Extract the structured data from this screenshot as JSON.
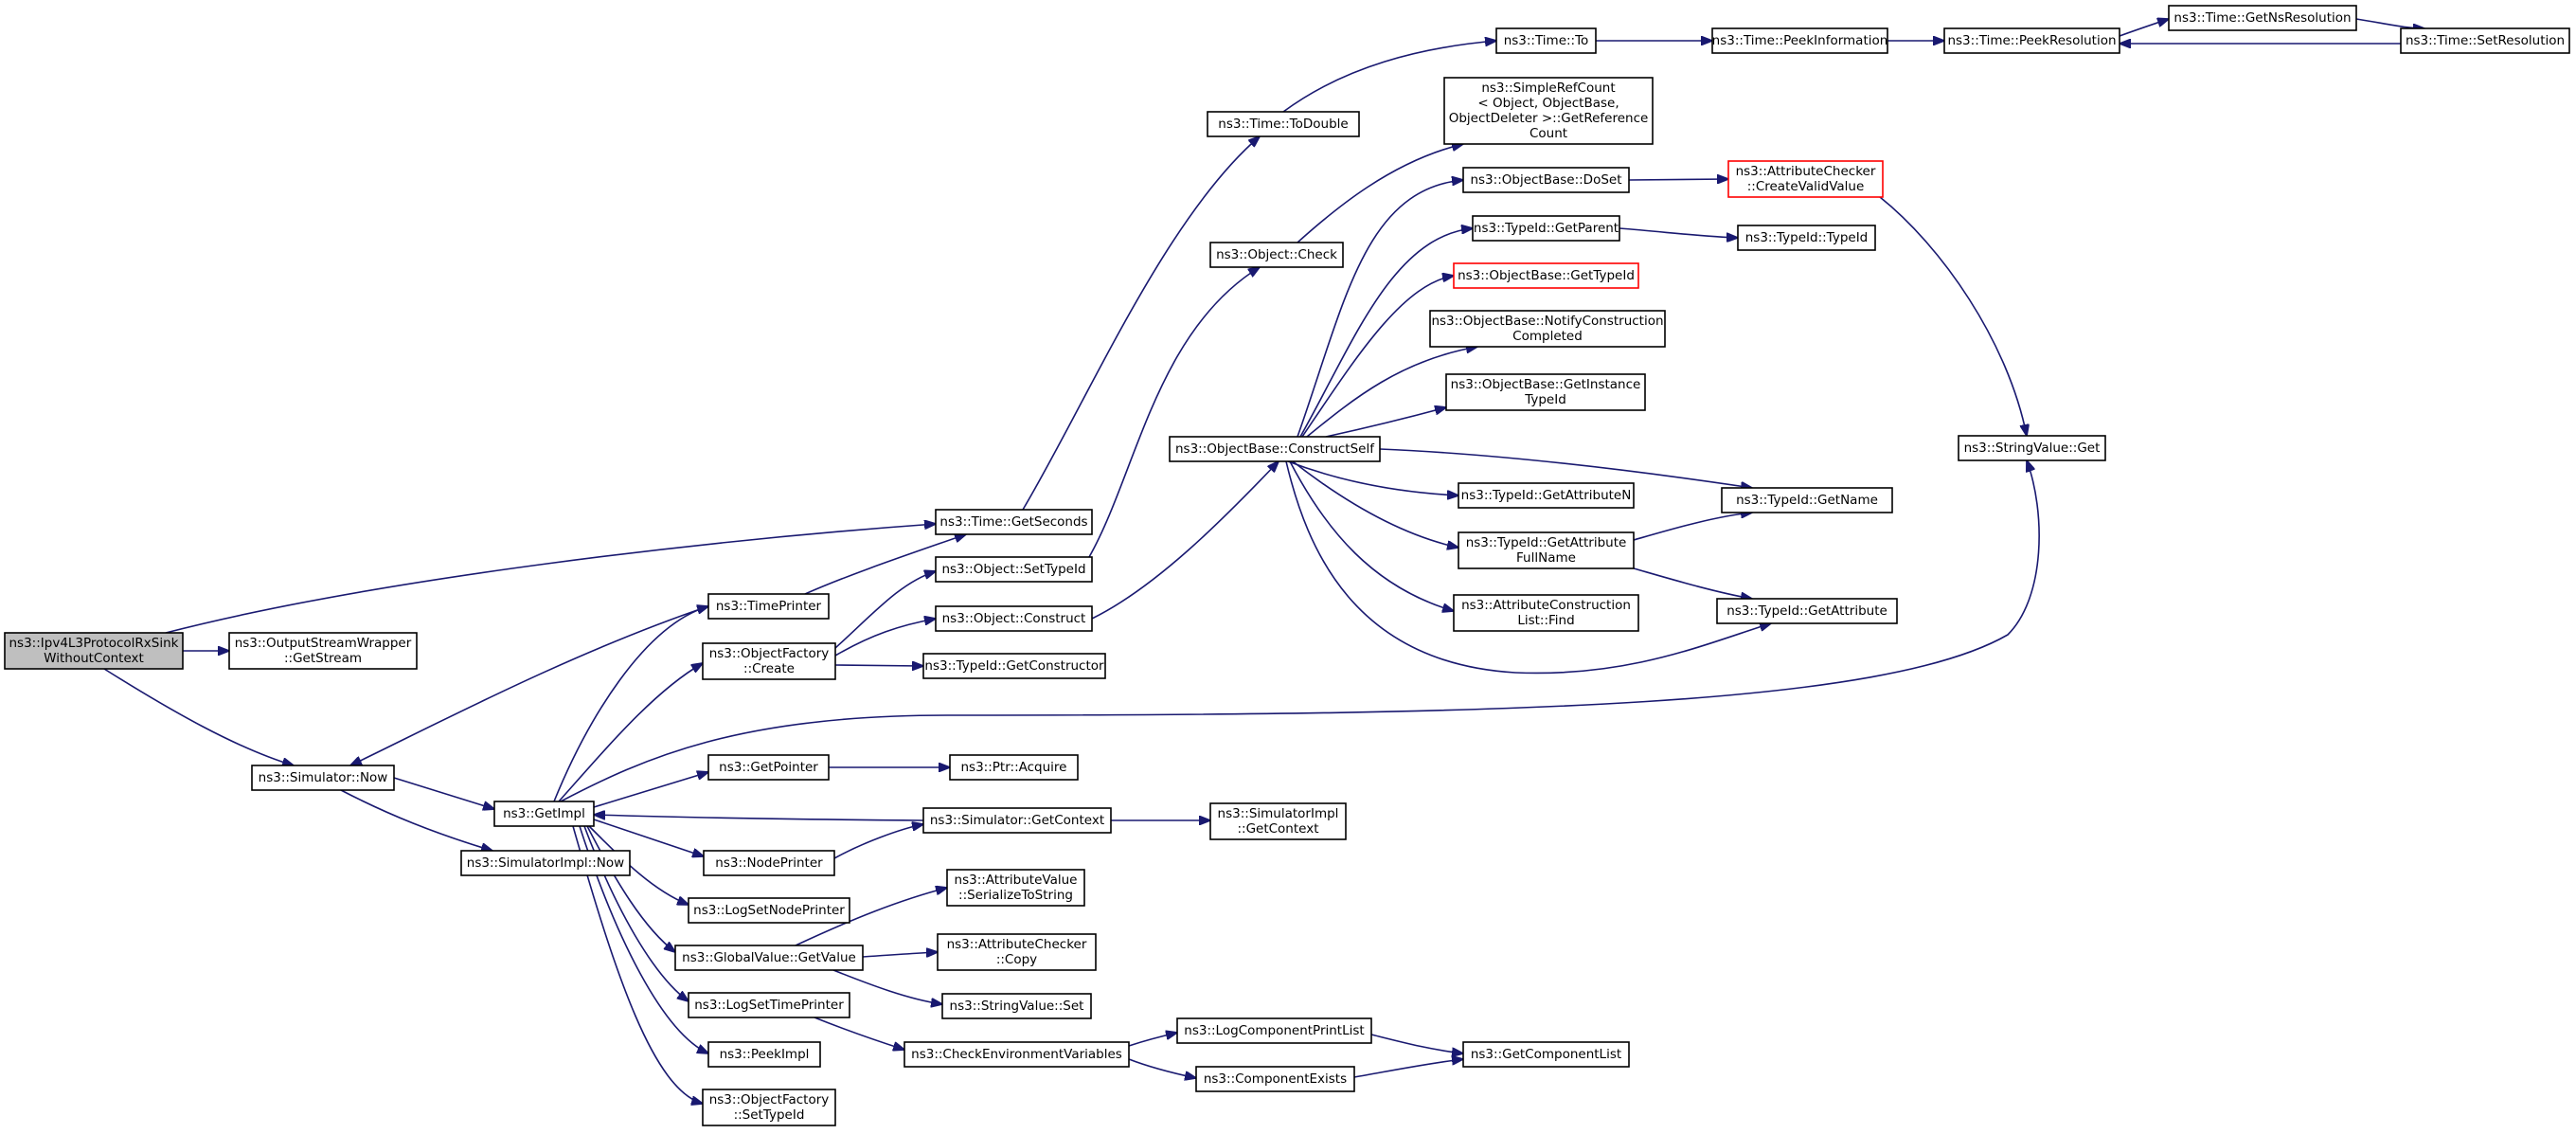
{
  "nodes": [
    {
      "id": "root",
      "lines": [
        "ns3::Ipv4L3ProtocolRxSink",
        "WithoutContext"
      ],
      "root": true
    },
    {
      "id": "getstream",
      "lines": [
        "ns3::OutputStreamWrapper",
        "::GetStream"
      ]
    },
    {
      "id": "simnow",
      "lines": [
        "ns3::Simulator::Now"
      ]
    },
    {
      "id": "getseconds",
      "lines": [
        "ns3::Time::GetSeconds"
      ]
    },
    {
      "id": "getimpl",
      "lines": [
        "ns3::GetImpl"
      ]
    },
    {
      "id": "simimplnow",
      "lines": [
        "ns3::SimulatorImpl::Now"
      ]
    },
    {
      "id": "timeprinter",
      "lines": [
        "ns3::TimePrinter"
      ]
    },
    {
      "id": "ofcreate",
      "lines": [
        "ns3::ObjectFactory",
        "::Create"
      ]
    },
    {
      "id": "getpointer",
      "lines": [
        "ns3::GetPointer"
      ]
    },
    {
      "id": "nodeprinter",
      "lines": [
        "ns3::NodePrinter"
      ]
    },
    {
      "id": "logsetnode",
      "lines": [
        "ns3::LogSetNodePrinter"
      ]
    },
    {
      "id": "gvgetvalue",
      "lines": [
        "ns3::GlobalValue::GetValue"
      ]
    },
    {
      "id": "logsettime",
      "lines": [
        "ns3::LogSetTimePrinter"
      ]
    },
    {
      "id": "peekimpl",
      "lines": [
        "ns3::PeekImpl"
      ]
    },
    {
      "id": "ofsettypeid",
      "lines": [
        "ns3::ObjectFactory",
        "::SetTypeId"
      ]
    },
    {
      "id": "objsettypeid",
      "lines": [
        "ns3::Object::SetTypeId"
      ]
    },
    {
      "id": "objconstruct",
      "lines": [
        "ns3::Object::Construct"
      ]
    },
    {
      "id": "getconstructor",
      "lines": [
        "ns3::TypeId::GetConstructor"
      ]
    },
    {
      "id": "ptracquire",
      "lines": [
        "ns3::Ptr::Acquire"
      ]
    },
    {
      "id": "simgetcontext",
      "lines": [
        "ns3::Simulator::GetContext"
      ]
    },
    {
      "id": "serialize",
      "lines": [
        "ns3::AttributeValue",
        "::SerializeToString"
      ]
    },
    {
      "id": "accopy",
      "lines": [
        "ns3::AttributeChecker",
        "::Copy"
      ]
    },
    {
      "id": "svset",
      "lines": [
        "ns3::StringValue::Set"
      ]
    },
    {
      "id": "checkenv",
      "lines": [
        "ns3::CheckEnvironmentVariables"
      ]
    },
    {
      "id": "todouble",
      "lines": [
        "ns3::Time::ToDouble"
      ]
    },
    {
      "id": "objcheck",
      "lines": [
        "ns3::Object::Check"
      ]
    },
    {
      "id": "constructself",
      "lines": [
        "ns3::ObjectBase::ConstructSelf"
      ]
    },
    {
      "id": "simimplgetctx",
      "lines": [
        "ns3::SimulatorImpl",
        "::GetContext"
      ]
    },
    {
      "id": "logcompprint",
      "lines": [
        "ns3::LogComponentPrintList"
      ]
    },
    {
      "id": "compexists",
      "lines": [
        "ns3::ComponentExists"
      ]
    },
    {
      "id": "timeto",
      "lines": [
        "ns3::Time::To"
      ]
    },
    {
      "id": "refcount",
      "lines": [
        "ns3::SimpleRefCount",
        "< Object, ObjectBase,",
        " ObjectDeleter >::GetReference",
        "Count"
      ]
    },
    {
      "id": "doset",
      "lines": [
        "ns3::ObjectBase::DoSet"
      ]
    },
    {
      "id": "getparent",
      "lines": [
        "ns3::TypeId::GetParent"
      ]
    },
    {
      "id": "obgettypeid",
      "lines": [
        "ns3::ObjectBase::GetTypeId"
      ],
      "red": true
    },
    {
      "id": "notifyconstr",
      "lines": [
        "ns3::ObjectBase::NotifyConstruction",
        "Completed"
      ]
    },
    {
      "id": "getinstance",
      "lines": [
        "ns3::ObjectBase::GetInstance",
        "TypeId"
      ]
    },
    {
      "id": "getattrn",
      "lines": [
        "ns3::TypeId::GetAttributeN"
      ]
    },
    {
      "id": "getattrfull",
      "lines": [
        "ns3::TypeId::GetAttribute",
        "FullName"
      ]
    },
    {
      "id": "acfind",
      "lines": [
        "ns3::AttributeConstruction",
        "List::Find"
      ]
    },
    {
      "id": "getcomplist",
      "lines": [
        "ns3::GetComponentList"
      ]
    },
    {
      "id": "peekinfo",
      "lines": [
        "ns3::Time::PeekInformation"
      ]
    },
    {
      "id": "createvalid",
      "lines": [
        "ns3::AttributeChecker",
        "::CreateValidValue"
      ],
      "red": true
    },
    {
      "id": "typeidtypeid",
      "lines": [
        "ns3::TypeId::TypeId"
      ]
    },
    {
      "id": "getname",
      "lines": [
        "ns3::TypeId::GetName"
      ]
    },
    {
      "id": "getattribute",
      "lines": [
        "ns3::TypeId::GetAttribute"
      ]
    },
    {
      "id": "peekres",
      "lines": [
        "ns3::Time::PeekResolution"
      ]
    },
    {
      "id": "svget",
      "lines": [
        "ns3::StringValue::Get"
      ]
    },
    {
      "id": "getnsres",
      "lines": [
        "ns3::Time::GetNsResolution"
      ]
    },
    {
      "id": "setres",
      "lines": [
        "ns3::Time::SetResolution"
      ]
    }
  ],
  "edges": [
    [
      "root",
      "getseconds"
    ],
    [
      "root",
      "getstream"
    ],
    [
      "root",
      "simnow"
    ],
    [
      "simnow",
      "getimpl"
    ],
    [
      "simnow",
      "simimplnow"
    ],
    [
      "timeprinter",
      "getseconds"
    ],
    [
      "timeprinter",
      "simnow"
    ],
    [
      "getimpl",
      "timeprinter"
    ],
    [
      "getimpl",
      "ofcreate"
    ],
    [
      "getimpl",
      "svget"
    ],
    [
      "getimpl",
      "getpointer"
    ],
    [
      "getimpl",
      "nodeprinter"
    ],
    [
      "getimpl",
      "logsetnode"
    ],
    [
      "getimpl",
      "gvgetvalue"
    ],
    [
      "getimpl",
      "logsettime"
    ],
    [
      "getimpl",
      "peekimpl"
    ],
    [
      "getimpl",
      "ofsettypeid"
    ],
    [
      "simgetcontext",
      "getimpl"
    ],
    [
      "ofcreate",
      "objsettypeid"
    ],
    [
      "ofcreate",
      "objconstruct"
    ],
    [
      "ofcreate",
      "getconstructor"
    ],
    [
      "getpointer",
      "ptracquire"
    ],
    [
      "nodeprinter",
      "simgetcontext"
    ],
    [
      "simgetcontext",
      "simimplgetctx"
    ],
    [
      "gvgetvalue",
      "serialize"
    ],
    [
      "gvgetvalue",
      "accopy"
    ],
    [
      "gvgetvalue",
      "svset"
    ],
    [
      "logsettime",
      "checkenv"
    ],
    [
      "checkenv",
      "logcompprint"
    ],
    [
      "checkenv",
      "compexists"
    ],
    [
      "logcompprint",
      "getcomplist"
    ],
    [
      "compexists",
      "getcomplist"
    ],
    [
      "getseconds",
      "todouble"
    ],
    [
      "todouble",
      "timeto"
    ],
    [
      "timeto",
      "peekinfo"
    ],
    [
      "peekinfo",
      "peekres"
    ],
    [
      "peekres",
      "getnsres"
    ],
    [
      "getnsres",
      "setres"
    ],
    [
      "setres",
      "peekres"
    ],
    [
      "objsettypeid",
      "objcheck"
    ],
    [
      "objcheck",
      "refcount"
    ],
    [
      "objconstruct",
      "constructself"
    ],
    [
      "constructself",
      "doset"
    ],
    [
      "constructself",
      "getparent"
    ],
    [
      "constructself",
      "obgettypeid"
    ],
    [
      "constructself",
      "notifyconstr"
    ],
    [
      "constructself",
      "getinstance"
    ],
    [
      "constructself",
      "getattrn"
    ],
    [
      "constructself",
      "getname"
    ],
    [
      "constructself",
      "getattrfull"
    ],
    [
      "constructself",
      "acfind"
    ],
    [
      "constructself",
      "getattribute"
    ],
    [
      "doset",
      "createvalid"
    ],
    [
      "createvalid",
      "svget"
    ],
    [
      "getparent",
      "typeidtypeid"
    ],
    [
      "getattrfull",
      "getname"
    ],
    [
      "getattrfull",
      "getattribute"
    ]
  ]
}
